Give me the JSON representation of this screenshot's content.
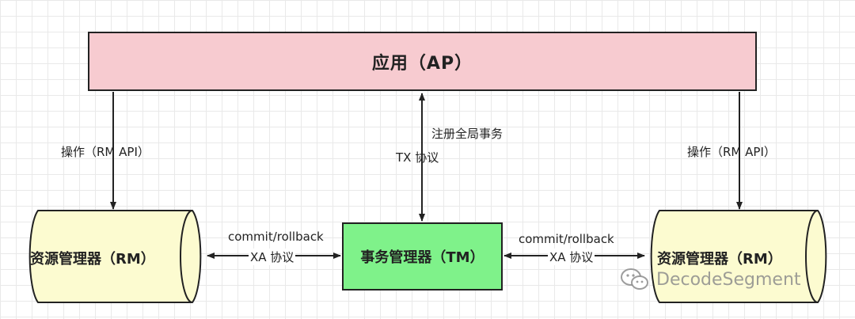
{
  "nodes": {
    "ap": "应用（AP）",
    "tm": "事务管理器（TM）",
    "rm_left": "资源管理器（RM）",
    "rm_right": "资源管理器（RM）"
  },
  "edges": {
    "left_op": "操作（RM API）",
    "right_op": "操作（RM API）",
    "register": "注册全局事务",
    "tx_protocol": "TX 协议",
    "left_commit": "commit/rollback",
    "left_xa": "XA 协议",
    "right_commit": "commit/rollback",
    "right_xa": "XA 协议"
  },
  "watermark": {
    "text": "DecodeSegment",
    "icon": "wechat-icon"
  },
  "colors": {
    "ap_fill": "#f7cbd0",
    "tm_fill": "#7ff28a",
    "rm_fill": "#fcfbd0",
    "stroke": "#222222"
  }
}
